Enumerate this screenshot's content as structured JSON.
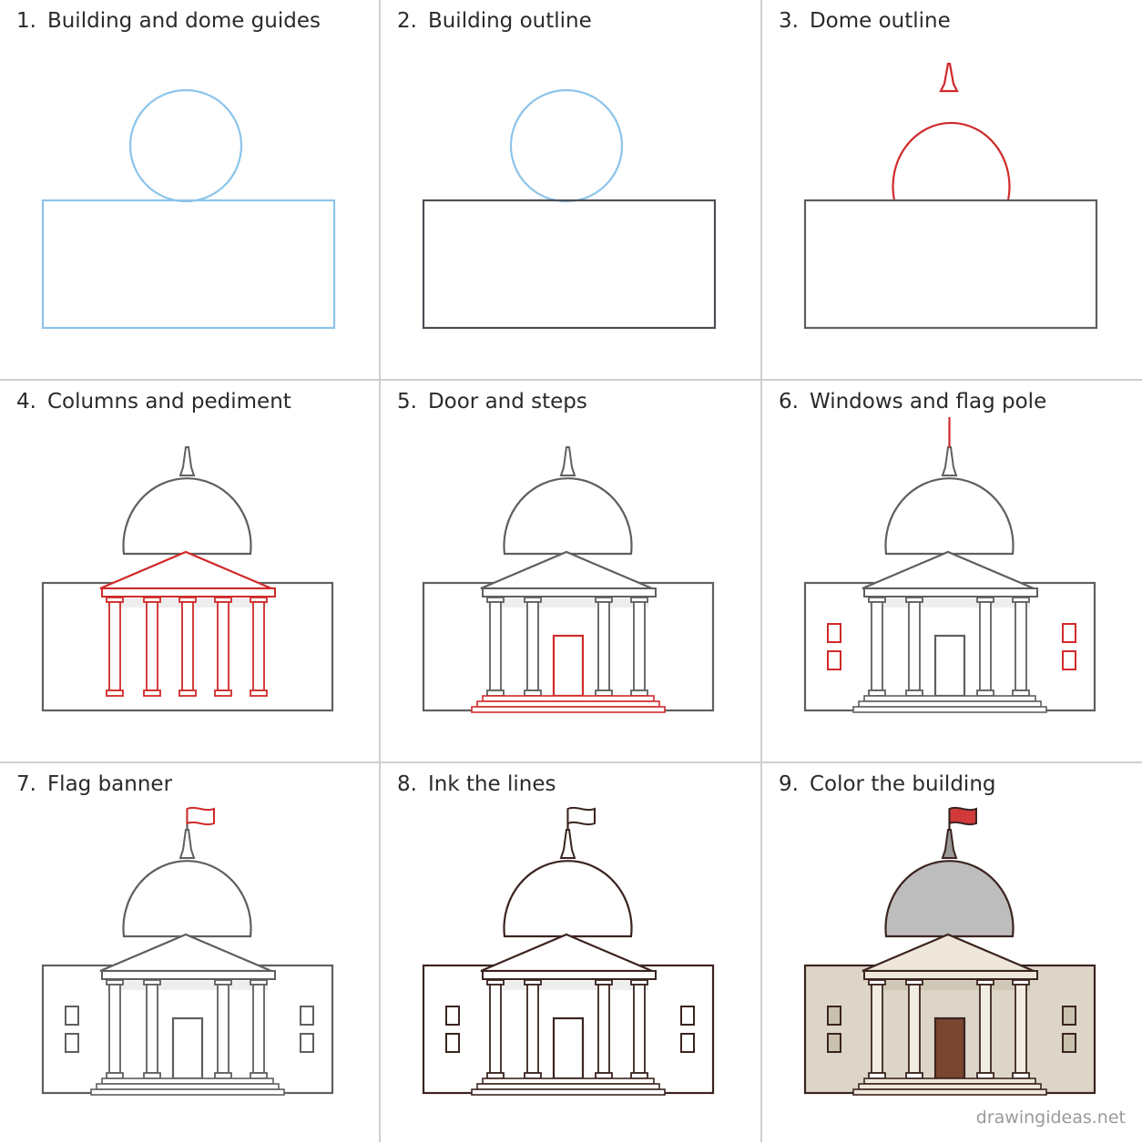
{
  "steps": [
    {
      "number": "1.",
      "title": "Building and dome guides"
    },
    {
      "number": "2.",
      "title": "Building outline"
    },
    {
      "number": "3.",
      "title": "Dome outline"
    },
    {
      "number": "4.",
      "title": "Columns and pediment"
    },
    {
      "number": "5.",
      "title": "Door and steps"
    },
    {
      "number": "6.",
      "title": "Windows and flag pole"
    },
    {
      "number": "7.",
      "title": "Flag banner"
    },
    {
      "number": "8.",
      "title": "Ink the lines"
    },
    {
      "number": "9.",
      "title": "Color the building"
    }
  ],
  "footer": "drawingideas.net",
  "colors": {
    "guide": "#8cc4ea",
    "pencil": "#5f5f5f",
    "new_part": "#d02a2a",
    "ink": "#3b2420",
    "dome_fill": "#bdbdbd",
    "wall_fill": "#ddd6c8",
    "door_fill": "#7a4630",
    "flag_fill": "#d23a3a",
    "divider": "#cfcfcf"
  }
}
